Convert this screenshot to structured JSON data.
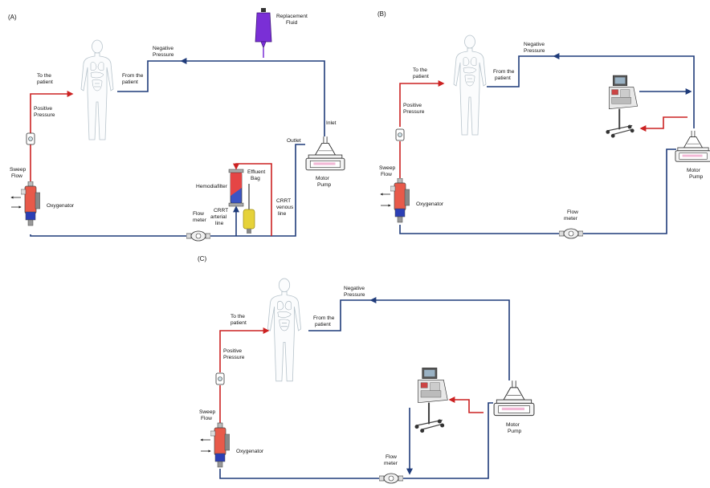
{
  "colors": {
    "blue_line": "#1f3b7a",
    "red_line": "#cc2222",
    "fluid_bag": "#7a2fd6",
    "effluent": "#e6d23a",
    "oxygenator": "#e85a4a"
  },
  "icons": {
    "patient": "human-body-icon",
    "pump": "motor-pump-icon",
    "oxygenator": "oxygenator-icon",
    "flow_meter": "flow-meter-icon",
    "crrt_machine": "crrt-machine-icon",
    "sensor": "pressure-sensor-icon"
  },
  "panel_a": {
    "letter": "(A)",
    "to_patient": [
      "To the",
      "patient"
    ],
    "from_patient": [
      "From the",
      "patient"
    ],
    "positive_pressure": [
      "Positive",
      "Pressure"
    ],
    "negative_pressure": [
      "Negative",
      "Pressure"
    ],
    "sweep_flow": [
      "Sweep",
      "Flow"
    ],
    "oxygenator": "Oxygenator",
    "replacement_fluid": [
      "Replacement",
      "Fluid"
    ],
    "inlet": "Inlet",
    "outlet": "Outlet",
    "motor_pump": [
      "Motor",
      "Pump"
    ],
    "hemodiafilter": "Hemodiafilter",
    "effluent_bag": [
      "Effluent",
      "Bag"
    ],
    "flow_meter": [
      "Flow",
      "meter"
    ],
    "crrt_arterial": [
      "CRRT",
      "arterial",
      "line"
    ],
    "crrt_venous": [
      "CRRT",
      "venous",
      "line"
    ]
  },
  "panel_b": {
    "letter": "(B)",
    "to_patient": [
      "To the",
      "patient"
    ],
    "from_patient": [
      "From the",
      "patient"
    ],
    "positive_pressure": [
      "Positive",
      "Pressure"
    ],
    "negative_pressure": [
      "Negative",
      "Pressure"
    ],
    "sweep_flow": [
      "Sweep",
      "Flow"
    ],
    "oxygenator": "Oxygenator",
    "motor_pump": [
      "Motor",
      "Pump"
    ],
    "flow_meter": [
      "Flow",
      "meter"
    ]
  },
  "panel_c": {
    "letter": "(C)",
    "to_patient": [
      "To the",
      "patient"
    ],
    "from_patient": [
      "From the",
      "patient"
    ],
    "positive_pressure": [
      "Positive",
      "Pressure"
    ],
    "negative_pressure": [
      "Negative",
      "Pressure"
    ],
    "sweep_flow": [
      "Sweep",
      "Flow"
    ],
    "oxygenator": "Oxygenator",
    "motor_pump": [
      "Motor",
      "Pump"
    ],
    "flow_meter": [
      "Flow",
      "meter"
    ]
  }
}
